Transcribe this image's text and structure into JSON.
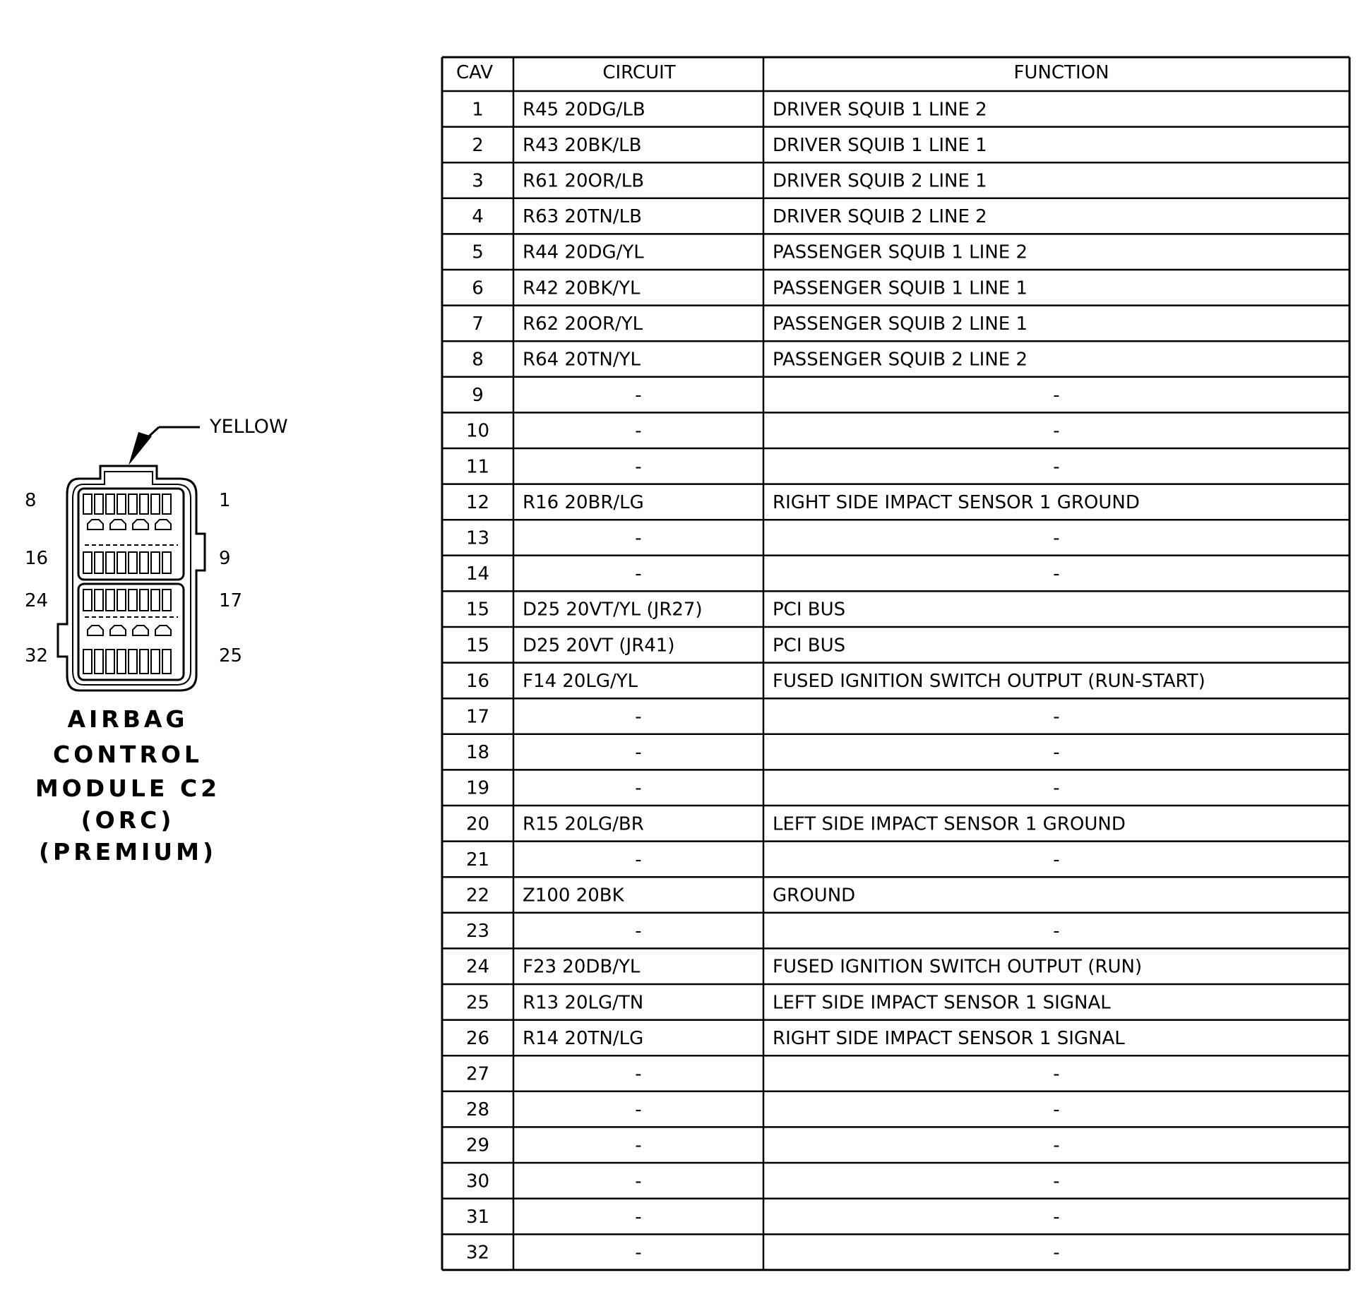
{
  "connector": {
    "color": "YELLOW",
    "title_lines": [
      "AIRBAG",
      "CONTROL",
      "MODULE C2",
      "(ORC)",
      "(PREMIUM)"
    ],
    "pin_labels": {
      "left": [
        "8",
        "16",
        "24",
        "32"
      ],
      "right": [
        "1",
        "9",
        "17",
        "25"
      ]
    }
  },
  "table": {
    "headers": {
      "cav": "CAV",
      "circuit": "CIRCUIT",
      "function": "FUNCTION"
    },
    "rows": [
      {
        "cav": "1",
        "circuit": "R45 20DG/LB",
        "function": "DRIVER SQUIB 1 LINE 2"
      },
      {
        "cav": "2",
        "circuit": "R43 20BK/LB",
        "function": "DRIVER SQUIB 1 LINE 1"
      },
      {
        "cav": "3",
        "circuit": "R61 20OR/LB",
        "function": "DRIVER SQUIB 2 LINE 1"
      },
      {
        "cav": "4",
        "circuit": "R63 20TN/LB",
        "function": "DRIVER SQUIB 2 LINE 2"
      },
      {
        "cav": "5",
        "circuit": "R44 20DG/YL",
        "function": "PASSENGER SQUIB 1 LINE 2"
      },
      {
        "cav": "6",
        "circuit": "R42 20BK/YL",
        "function": "PASSENGER SQUIB 1 LINE 1"
      },
      {
        "cav": "7",
        "circuit": "R62 20OR/YL",
        "function": "PASSENGER SQUIB 2 LINE 1"
      },
      {
        "cav": "8",
        "circuit": "R64 20TN/YL",
        "function": "PASSENGER SQUIB 2 LINE 2"
      },
      {
        "cav": "9",
        "circuit": "-",
        "function": "-"
      },
      {
        "cav": "10",
        "circuit": "-",
        "function": "-"
      },
      {
        "cav": "11",
        "circuit": "-",
        "function": "-"
      },
      {
        "cav": "12",
        "circuit": "R16 20BR/LG",
        "function": "RIGHT SIDE IMPACT SENSOR 1 GROUND"
      },
      {
        "cav": "13",
        "circuit": "-",
        "function": "-"
      },
      {
        "cav": "14",
        "circuit": "-",
        "function": "-"
      },
      {
        "cav": "15",
        "circuit": "D25 20VT/YL (JR27)",
        "function": "PCI BUS"
      },
      {
        "cav": "15",
        "circuit": "D25 20VT (JR41)",
        "function": "PCI BUS"
      },
      {
        "cav": "16",
        "circuit": "F14 20LG/YL",
        "function": "FUSED IGNITION SWITCH OUTPUT (RUN-START)"
      },
      {
        "cav": "17",
        "circuit": "-",
        "function": "-"
      },
      {
        "cav": "18",
        "circuit": "-",
        "function": "-"
      },
      {
        "cav": "19",
        "circuit": "-",
        "function": "-"
      },
      {
        "cav": "20",
        "circuit": "R15 20LG/BR",
        "function": "LEFT SIDE IMPACT SENSOR 1 GROUND"
      },
      {
        "cav": "21",
        "circuit": "-",
        "function": "-"
      },
      {
        "cav": "22",
        "circuit": "Z100 20BK",
        "function": "GROUND"
      },
      {
        "cav": "23",
        "circuit": "-",
        "function": "-"
      },
      {
        "cav": "24",
        "circuit": "F23 20DB/YL",
        "function": "FUSED IGNITION SWITCH OUTPUT (RUN)"
      },
      {
        "cav": "25",
        "circuit": "R13 20LG/TN",
        "function": "LEFT SIDE IMPACT SENSOR 1 SIGNAL"
      },
      {
        "cav": "26",
        "circuit": "R14 20TN/LG",
        "function": "RIGHT SIDE IMPACT SENSOR 1 SIGNAL"
      },
      {
        "cav": "27",
        "circuit": "-",
        "function": "-"
      },
      {
        "cav": "28",
        "circuit": "-",
        "function": "-"
      },
      {
        "cav": "29",
        "circuit": "-",
        "function": "-"
      },
      {
        "cav": "30",
        "circuit": "-",
        "function": "-"
      },
      {
        "cav": "31",
        "circuit": "-",
        "function": "-"
      },
      {
        "cav": "32",
        "circuit": "-",
        "function": "-"
      }
    ]
  }
}
